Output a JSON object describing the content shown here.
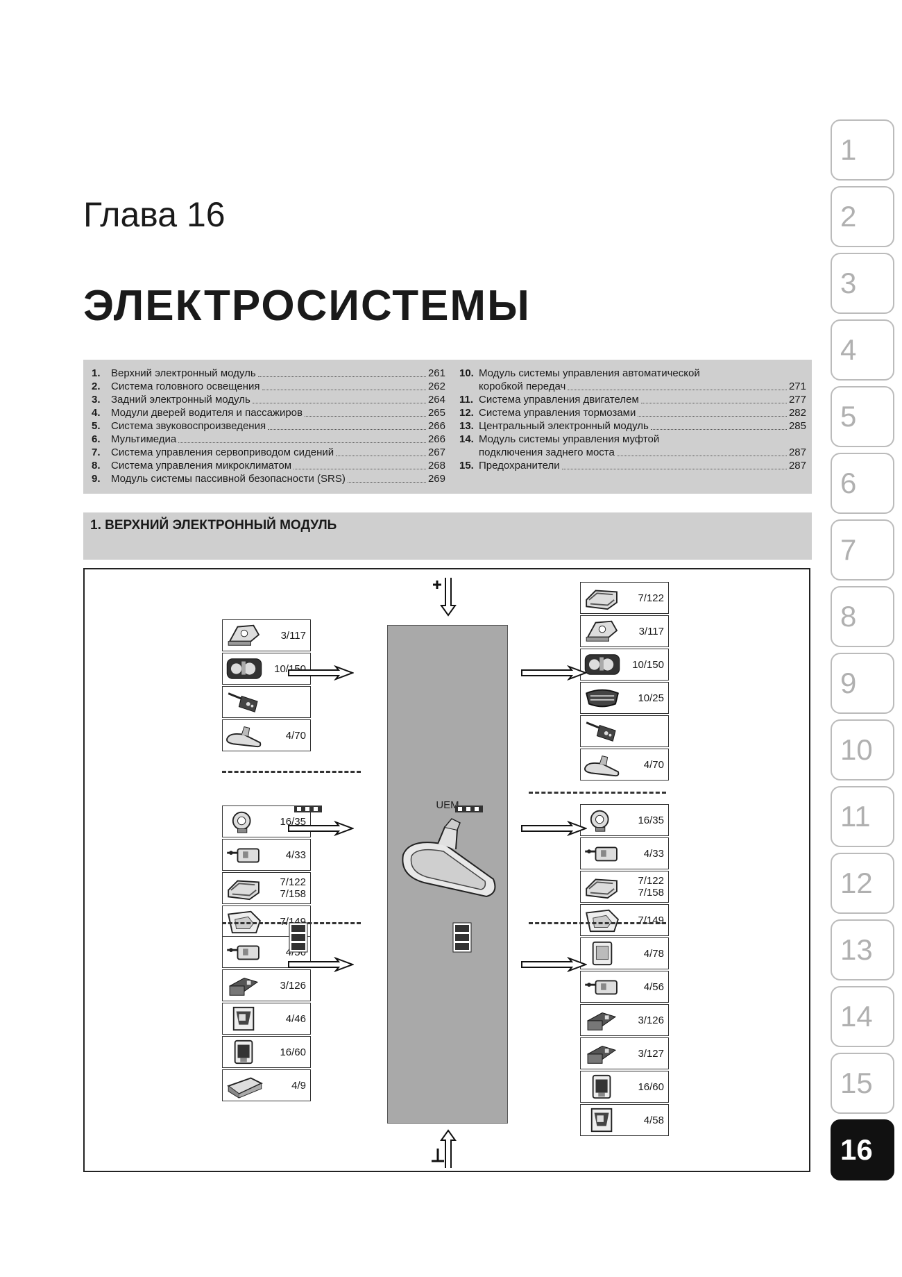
{
  "chapter_label": "Глава 16",
  "chapter_title": "ЭЛЕКТРОСИСТЕМЫ",
  "toc_left": [
    {
      "num": "1.",
      "text": "Верхний электронный модуль",
      "page": "261"
    },
    {
      "num": "2.",
      "text": "Система головного освещения",
      "page": "262"
    },
    {
      "num": "3.",
      "text": "Задний электронный модуль",
      "page": "264"
    },
    {
      "num": "4.",
      "text": "Модули дверей водителя и пассажиров",
      "page": "265"
    },
    {
      "num": "5.",
      "text": "Система звуковоспроизведения",
      "page": "266"
    },
    {
      "num": "6.",
      "text": "Мультимедиа",
      "page": "266"
    },
    {
      "num": "7.",
      "text": "Система управления сервоприводом сидений",
      "page": "267"
    },
    {
      "num": "8.",
      "text": "Система управления микроклиматом",
      "page": "268"
    },
    {
      "num": "9.",
      "text": "Модуль системы пассивной безопасности (SRS)",
      "page": "269"
    }
  ],
  "toc_right": [
    {
      "num": "10.",
      "text": "Модуль системы управления автоматической",
      "cont": "коробкой передач",
      "page": "271"
    },
    {
      "num": "11.",
      "text": "Система управления двигателем",
      "page": "277"
    },
    {
      "num": "12.",
      "text": "Система управления тормозами",
      "page": "282"
    },
    {
      "num": "13.",
      "text": "Центральный электронный модуль",
      "page": "285"
    },
    {
      "num": "14.",
      "text": "Модуль системы управления муфтой",
      "cont": "подключения заднего моста",
      "page": "287"
    },
    {
      "num": "15.",
      "text": "Предохранители",
      "page": "287"
    }
  ],
  "section_title": "1. ВЕРХНИЙ ЭЛЕКТРОННЫЙ МОДУЛЬ",
  "diagram": {
    "uem_label": "UEM",
    "left_groups": [
      [
        {
          "code": "3/117",
          "icon": "lamp-icon"
        },
        {
          "code": "10/150",
          "icon": "instrument-cluster-icon"
        },
        {
          "code": "",
          "icon": "key-fob-icon"
        },
        {
          "code": "4/70",
          "icon": "mirror-icon"
        }
      ],
      [
        {
          "code": "16/35",
          "icon": "sensor-icon"
        },
        {
          "code": "4/33",
          "icon": "switch-icon"
        },
        {
          "code": "7/122\n7/158",
          "icon": "module-icon"
        },
        {
          "code": "7/149",
          "icon": "housing-icon"
        }
      ],
      [
        {
          "code": "4/56",
          "icon": "switch-icon"
        },
        {
          "code": "3/126",
          "icon": "connector-icon"
        },
        {
          "code": "4/46",
          "icon": "panel-icon"
        },
        {
          "code": "16/60",
          "icon": "relay-icon"
        },
        {
          "code": "4/9",
          "icon": "battery-icon"
        }
      ]
    ],
    "right_groups": [
      [
        {
          "code": "7/122",
          "icon": "module-icon"
        },
        {
          "code": "3/117",
          "icon": "lamp-icon"
        },
        {
          "code": "10/150",
          "icon": "instrument-cluster-icon"
        },
        {
          "code": "10/25",
          "icon": "grille-icon"
        },
        {
          "code": "",
          "icon": "key-fob-icon"
        },
        {
          "code": "4/70",
          "icon": "mirror-icon"
        }
      ],
      [
        {
          "code": "16/35",
          "icon": "sensor-icon"
        },
        {
          "code": "4/33",
          "icon": "switch-icon"
        },
        {
          "code": "7/122\n7/158",
          "icon": "module-icon"
        },
        {
          "code": "7/149",
          "icon": "housing-icon"
        }
      ],
      [
        {
          "code": "4/78",
          "icon": "display-icon"
        },
        {
          "code": "4/56",
          "icon": "switch-icon"
        },
        {
          "code": "3/126",
          "icon": "connector-icon"
        },
        {
          "code": "3/127",
          "icon": "connector-icon"
        },
        {
          "code": "16/60",
          "icon": "relay-icon"
        },
        {
          "code": "4/58",
          "icon": "panel-icon"
        }
      ]
    ]
  },
  "tabs": [
    "1",
    "2",
    "3",
    "4",
    "5",
    "6",
    "7",
    "8",
    "9",
    "10",
    "11",
    "12",
    "13",
    "14",
    "15",
    "16"
  ],
  "active_tab": "16"
}
